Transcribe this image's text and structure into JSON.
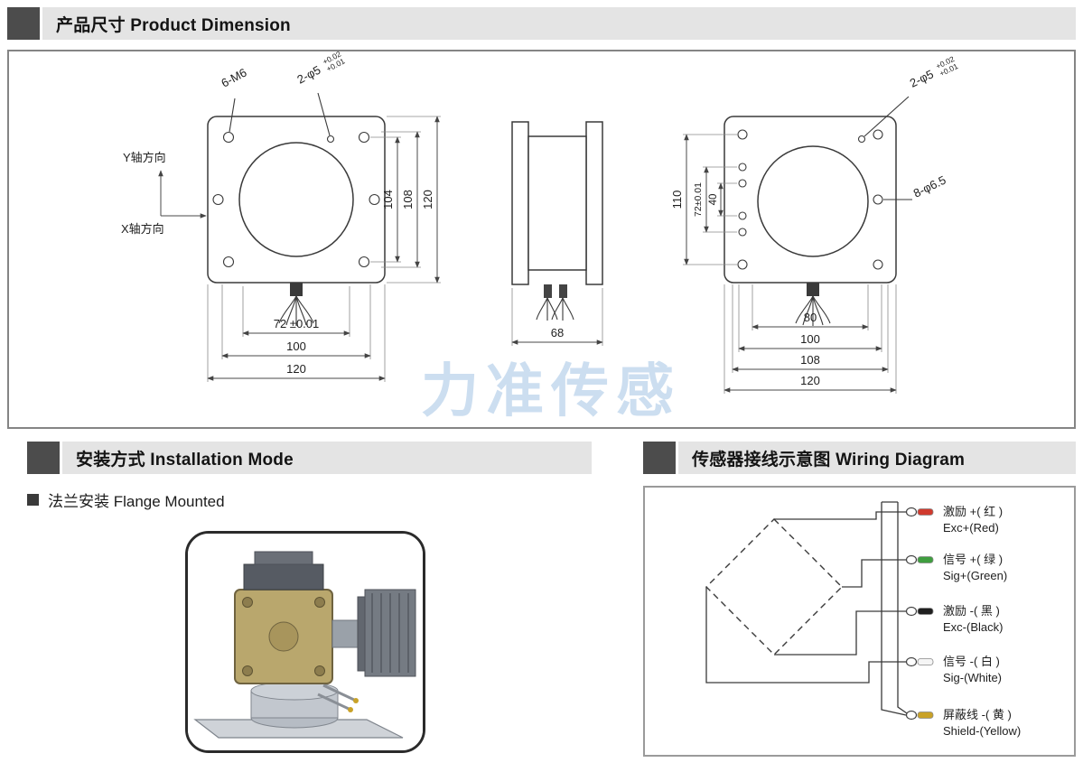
{
  "sections": {
    "product_dimension": {
      "title": "产品尺寸 Product Dimension"
    },
    "installation": {
      "title": "安装方式 Installation Mode",
      "subtitle": "法兰安装 Flange Mounted"
    },
    "wiring": {
      "title": "传感器接线示意图  Wiring Diagram"
    }
  },
  "watermark": "力准传感",
  "front_view": {
    "thread_label": "6-M6",
    "pin_label": "2-φ5",
    "pin_tol_top": "+0.02",
    "pin_tol_bottom": "+0.01",
    "axis_y_label": "Y轴方向",
    "axis_x_label": "X轴方向",
    "dim_holes_v": "104",
    "dim_mid_v": "108",
    "dim_overall_v": "120",
    "dim_bottom_inner": "72 ±0.01",
    "dim_bottom_mid": "100",
    "dim_bottom_outer": "120"
  },
  "side_view": {
    "dim_width": "68"
  },
  "rear_view": {
    "pin_label": "2-φ5",
    "pin_tol_top": "+0.02",
    "pin_tol_bottom": "+0.01",
    "hole_label": "8-φ6.5",
    "dim_left_outer": "110",
    "dim_left_mid": "72±0.01",
    "dim_left_inner": "40",
    "dim_bottom_1": "80",
    "dim_bottom_2": "100",
    "dim_bottom_3": "108",
    "dim_bottom_4": "120"
  },
  "wiring_terminals": [
    {
      "cn": "激励 +( 红 )",
      "en": "Exc+(Red)",
      "color": "#d03a2e"
    },
    {
      "cn": "信号 +( 绿 )",
      "en": "Sig+(Green)",
      "color": "#3f9e3f"
    },
    {
      "cn": "激励 -( 黑 )",
      "en": "Exc-(Black)",
      "color": "#1f1f1f"
    },
    {
      "cn": "信号 -( 白 )",
      "en": "Sig-(White)",
      "color": "#f5f5f5"
    },
    {
      "cn": "屏蔽线 -( 黄 )",
      "en": "Shield-(Yellow)",
      "color": "#c9a227"
    }
  ]
}
